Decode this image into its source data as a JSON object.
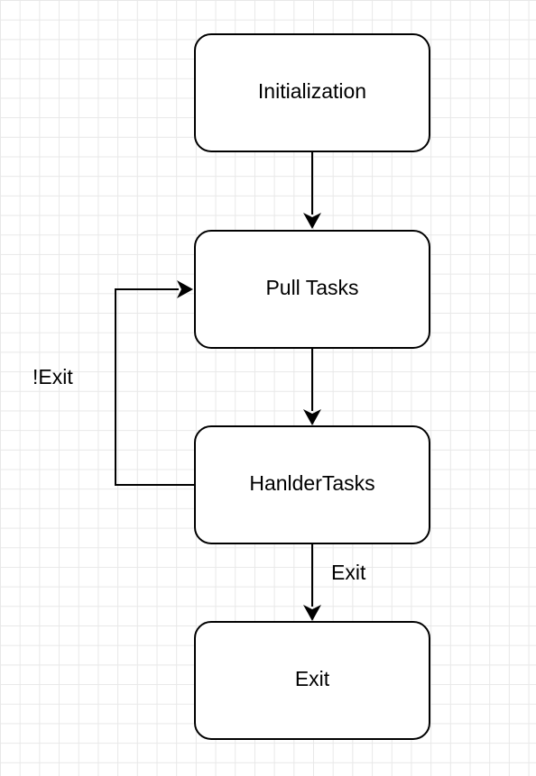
{
  "diagram": {
    "type": "flowchart",
    "nodes": [
      {
        "id": "init",
        "label": "Initialization"
      },
      {
        "id": "pull",
        "label": "Pull Tasks"
      },
      {
        "id": "handle",
        "label": "HanlderTasks"
      },
      {
        "id": "exit",
        "label": "Exit"
      }
    ],
    "edges": [
      {
        "from": "init",
        "to": "pull",
        "label": ""
      },
      {
        "from": "pull",
        "to": "handle",
        "label": ""
      },
      {
        "from": "handle",
        "to": "pull",
        "label": "!Exit"
      },
      {
        "from": "handle",
        "to": "exit",
        "label": "Exit"
      }
    ]
  }
}
